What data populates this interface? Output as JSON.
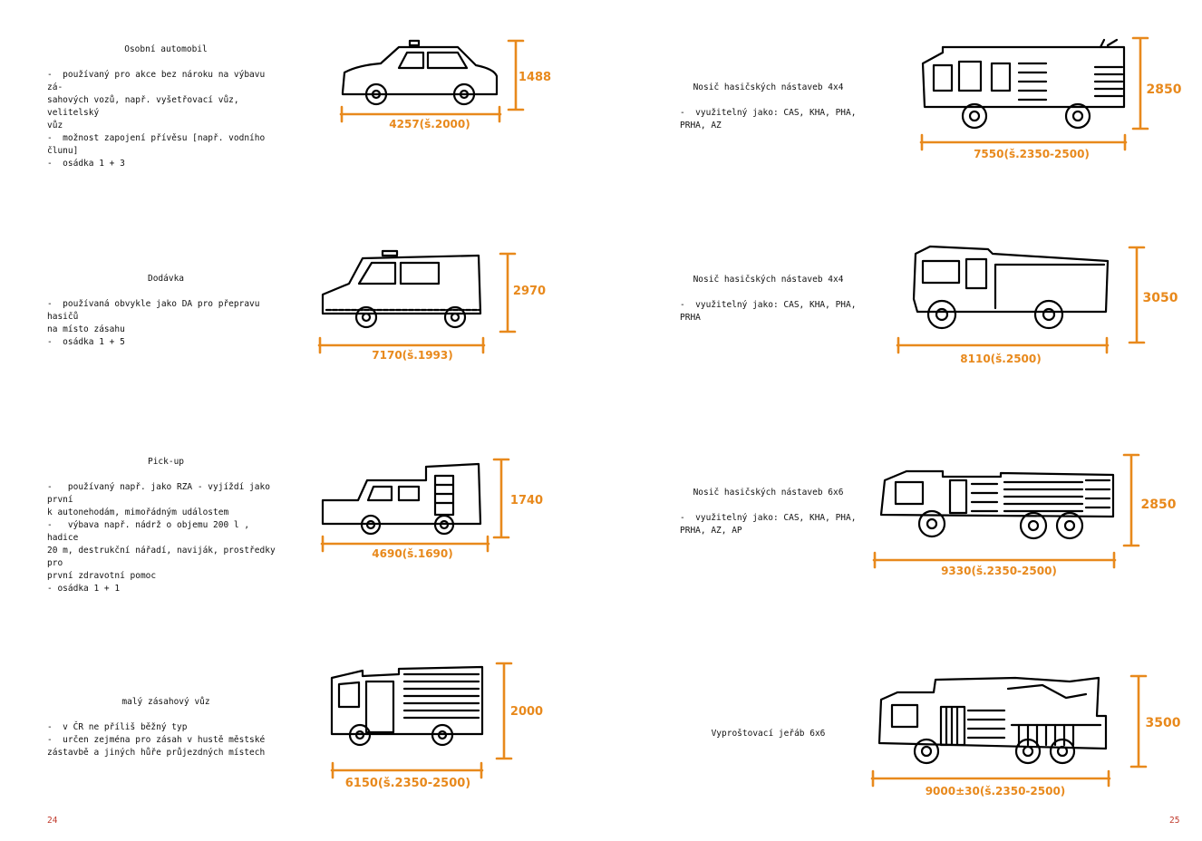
{
  "left": [
    {
      "title": "Osobní automobil",
      "lines": [
        "-  používaný pro akce bez nároku na výbavu zá-",
        "sahových vozů, např. vyšetřovací vůz, velitelský",
        "vůz",
        "-  možnost zapojení přívěsu [např. vodního člunu]",
        "-  osádka 1 + 3"
      ],
      "height": "1488",
      "length": "4257(š.2000)"
    },
    {
      "title": "Dodávka",
      "lines": [
        "-  používaná obvykle jako DA pro přepravu hasičů",
        "na místo zásahu",
        "-  osádka 1 + 5"
      ],
      "height": "2970",
      "length": "7170(š.1993)"
    },
    {
      "title": "Pick-up",
      "lines": [
        "-   používaný např. jako RZA - vyjíždí jako první",
        "k autonehodám, mimořádným událostem",
        "-   výbava např. nádrž o objemu 200 l , hadice",
        "20 m, destrukční nářadí, naviják, prostředky pro",
        "první zdravotní pomoc",
        "- osádka 1 + 1"
      ],
      "height": "1740",
      "length": "4690(š.1690)"
    },
    {
      "title": "malý zásahový vůz",
      "lines": [
        "-  v ČR ne příliš běžný typ",
        "-  určen zejména pro zásah v hustě městské",
        "zástavbě a jiných hůře průjezdných místech"
      ],
      "height": "2000",
      "length": "6150(š.2350-2500)"
    }
  ],
  "right": [
    {
      "title": "Nosič hasičských nástaveb 4x4",
      "lines": [
        "-  využitelný jako: CAS, KHA, PHA,",
        "PRHA, AZ"
      ],
      "height": "2850",
      "length": "7550(š.2350-2500)"
    },
    {
      "title": "Nosič hasičských nástaveb 4x4",
      "lines": [
        "-  využitelný jako: CAS, KHA, PHA,",
        "PRHA"
      ],
      "height": "3050",
      "length": "8110(š.2500)"
    },
    {
      "title": "Nosič hasičských nástaveb 6x6",
      "lines": [
        "-  využitelný jako: CAS, KHA, PHA,",
        "PRHA, AZ, AP"
      ],
      "height": "2850",
      "length": "9330(š.2350-2500)"
    },
    {
      "title": "Vyproštovací jeřáb 6x6",
      "lines": [],
      "height": "3500",
      "length": "9000±30(š.2350-2500)"
    }
  ],
  "page_left": "24",
  "page_right": "25",
  "colors": {
    "dimension": "#e8891c",
    "page_number": "#c0392b",
    "ink": "#000000"
  }
}
